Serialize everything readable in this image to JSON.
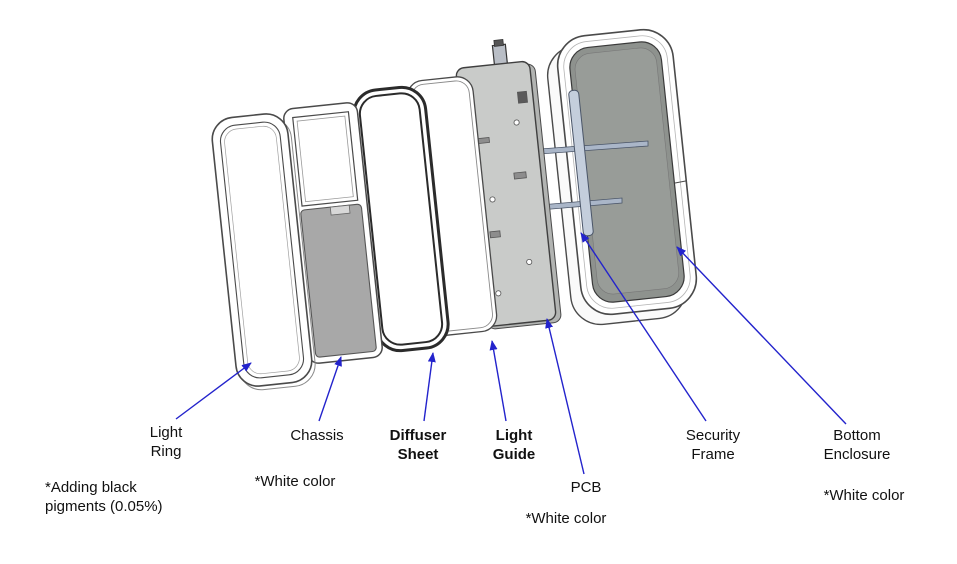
{
  "figure": {
    "type": "exploded-assembly-diagram",
    "background": "#ffffff",
    "arrow_color": "#2323cc",
    "line_color": "#4a4a4a"
  },
  "colors": {
    "chassis_panel": "#a8a8a8",
    "pcb_fill": "#c9cbc9",
    "enclosure_interior": "#8e928e",
    "security_frame": "#c4cedc",
    "security_rail": "#aab6c8"
  },
  "parts": {
    "light_ring": {
      "label": "Light\nRing",
      "note": "*Adding black\npigments (0.05%)"
    },
    "chassis": {
      "label": "Chassis",
      "note": "*White color"
    },
    "diffuser_sheet": {
      "label": "Diffuser\nSheet"
    },
    "light_guide": {
      "label": "Light\nGuide"
    },
    "pcb": {
      "label": "PCB",
      "note": "*White color"
    },
    "security_frame": {
      "label": "Security\nFrame"
    },
    "bottom_enclosure": {
      "label": "Bottom\nEnclosure",
      "note": "*White color"
    }
  }
}
